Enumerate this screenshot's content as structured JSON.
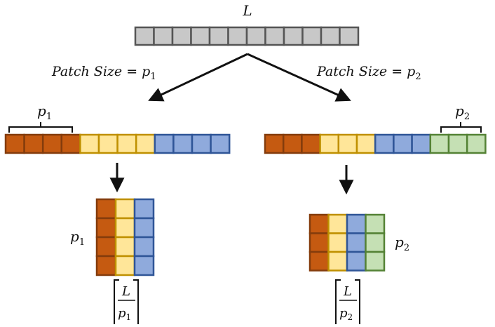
{
  "labels": {
    "sequence_length": "L",
    "patch_size_left": "Patch Size = ",
    "patch_size_right": "Patch Size = ",
    "p_symbol": "p",
    "sub_1": "1",
    "sub_2": "2",
    "ceil_numerator": "L"
  },
  "sequence": {
    "total_cells": 12
  },
  "branches": [
    {
      "name": "patch-size-p1",
      "patch_size": 4,
      "num_patches": 3,
      "patch_colors": [
        "orange",
        "yellow",
        "blue"
      ]
    },
    {
      "name": "patch-size-p2",
      "patch_size": 3,
      "num_patches": 4,
      "patch_colors": [
        "orange",
        "yellow",
        "blue",
        "green"
      ]
    }
  ],
  "colors": {
    "gray_fill": "#c8c8c8",
    "gray_stroke": "#555555",
    "orange_fill": "#c55a11",
    "orange_stroke": "#843c0c",
    "yellow_fill": "#ffe699",
    "yellow_stroke": "#bf9000",
    "blue_fill": "#8faadc",
    "blue_stroke": "#2f5597",
    "green_fill": "#c5e0b4",
    "green_stroke": "#548235",
    "ink": "#111111"
  }
}
